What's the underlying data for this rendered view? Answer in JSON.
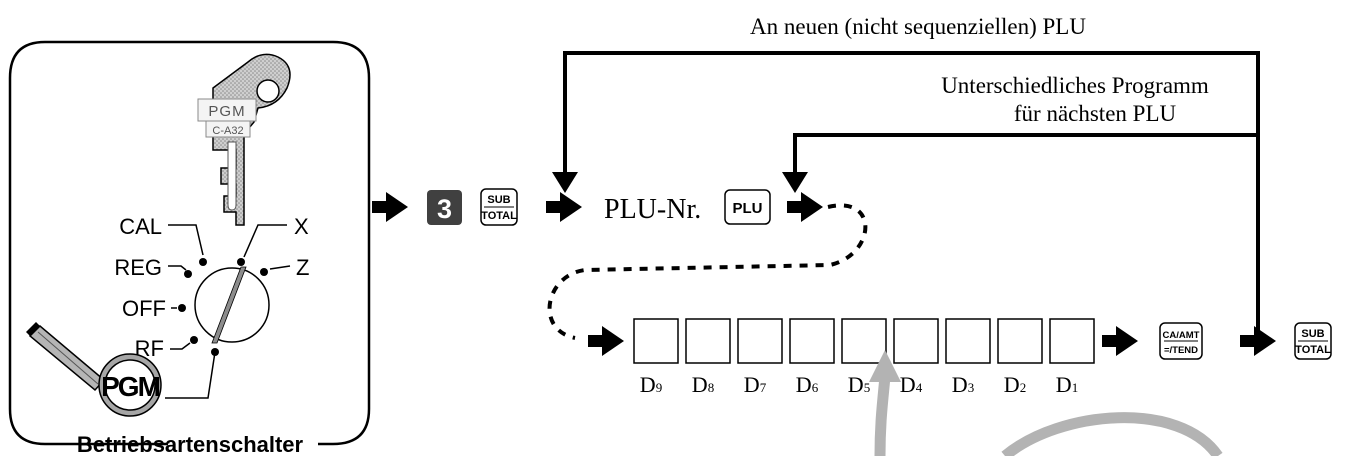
{
  "mode_switch": {
    "label": "Betriebsartenschalter",
    "positions": [
      "CAL",
      "REG",
      "OFF",
      "RF",
      "X",
      "Z"
    ],
    "key_label": "PGM",
    "key_code": "C-A32",
    "selected_badge": "PGM"
  },
  "sequence": {
    "step_number": "3",
    "subtotal_key": [
      "SUB",
      "TOTAL"
    ],
    "plu_number_label": "PLU-Nr.",
    "plu_key": "PLU",
    "digit_labels": [
      {
        "base": "D",
        "sub": "9"
      },
      {
        "base": "D",
        "sub": "8"
      },
      {
        "base": "D",
        "sub": "7"
      },
      {
        "base": "D",
        "sub": "6"
      },
      {
        "base": "D",
        "sub": "5"
      },
      {
        "base": "D",
        "sub": "4"
      },
      {
        "base": "D",
        "sub": "3"
      },
      {
        "base": "D",
        "sub": "2"
      },
      {
        "base": "D",
        "sub": "1"
      }
    ],
    "tend_key": [
      "CA/AMT",
      "=/TEND"
    ],
    "final_subtotal_key": [
      "SUB",
      "TOTAL"
    ]
  },
  "loops": {
    "outer_label": "An neuen (nicht sequenziellen) PLU",
    "inner_label_line1": "Unterschiedliches Programm",
    "inner_label_line2": "für nächsten PLU"
  }
}
